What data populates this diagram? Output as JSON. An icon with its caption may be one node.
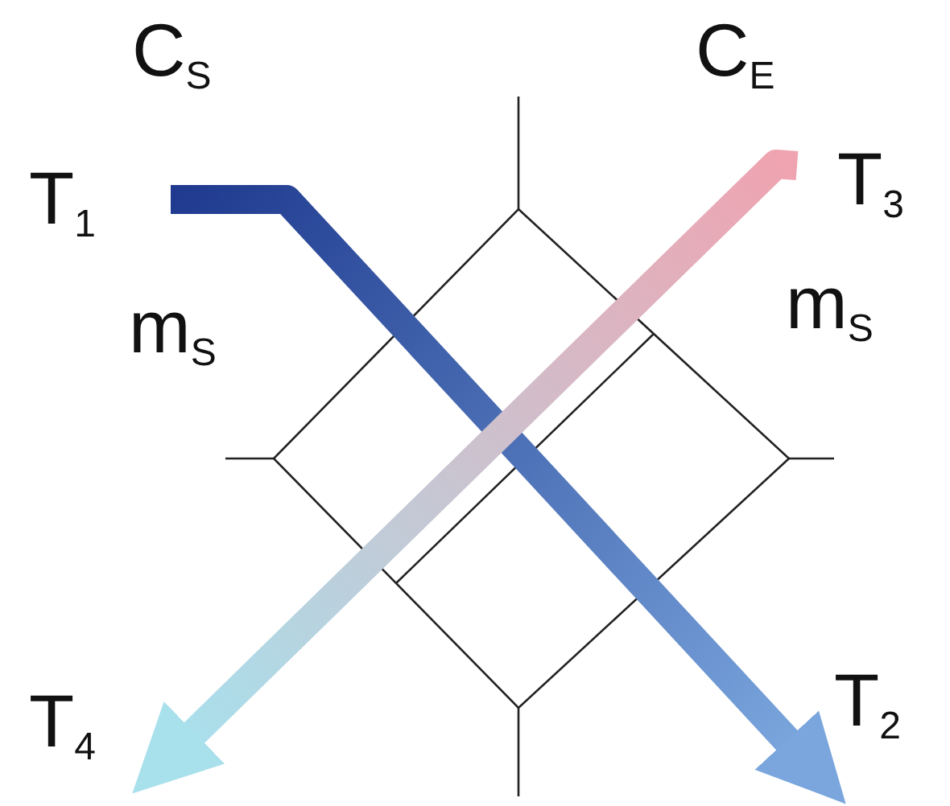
{
  "diagram": {
    "nodes": [
      {
        "text": [
          "T$_{1}$"
        ]
      },
      {
        "text": [
          "T$_{2}$"
        ]
      },
      {
        "text": [
          "T$_{3}$"
        ]
      },
      {
        "text": [
          "T$_{4}$"
        ]
      }
    ],
    "edges": [
      {
        "from": 0,
        "to": 1,
        "arrow": "to",
        "style": "thick",
        "color": "#1f3a8f"
      },
      {
        "from": 2,
        "to": 3,
        "arrow": "to",
        "style": "thick",
        "color": "#f0a3b0"
      }
    ],
    "labels": [
      "C$_{S}$",
      "C$_{E}$",
      "m$_{S}$",
      "m$_{S}$"
    ]
  }
}
